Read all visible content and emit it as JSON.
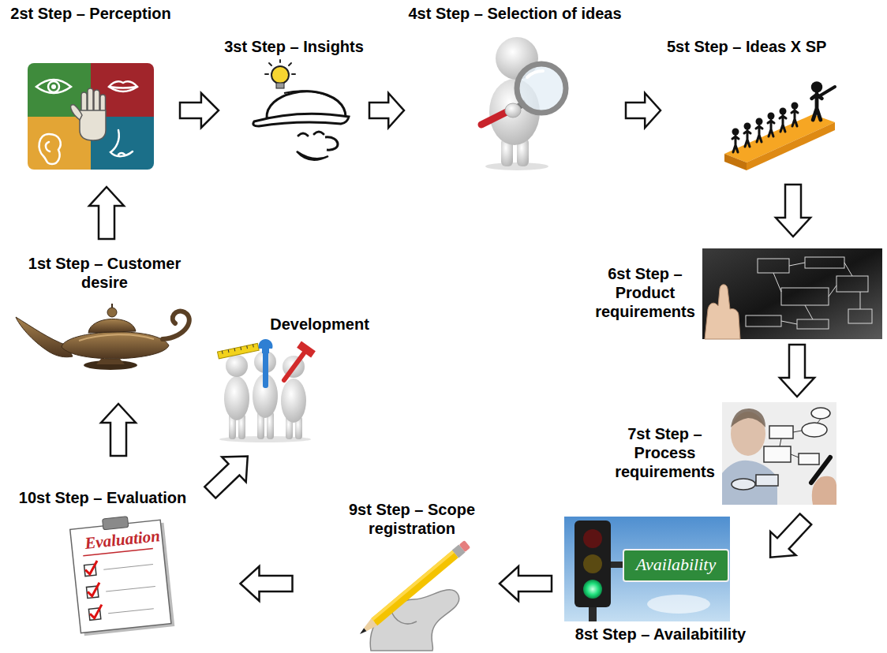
{
  "diagram": {
    "nodes": [
      {
        "text": [
          "1st Step – Customer desire"
        ]
      },
      {
        "text": [
          "2st Step – Perception"
        ]
      },
      {
        "text": [
          "3st Step – Insights"
        ]
      },
      {
        "text": [
          "4st Step – Selection of ideas"
        ]
      },
      {
        "text": [
          "5st Step – Ideas X SP"
        ]
      },
      {
        "text": [
          "6st Step – Product requirements"
        ]
      },
      {
        "text": [
          "7st Step – Process requirements"
        ]
      },
      {
        "text": [
          "8st Step – Availabitility"
        ]
      },
      {
        "text": [
          "9st Step – Scope registration"
        ]
      },
      {
        "text": [
          "10st Step – Evaluation"
        ]
      },
      {
        "text": [
          "Development"
        ]
      }
    ],
    "edges": [
      {
        "from": 0,
        "to": 1,
        "arrow": "to"
      },
      {
        "from": 1,
        "to": 2,
        "arrow": "to"
      },
      {
        "from": 2,
        "to": 3,
        "arrow": "to"
      },
      {
        "from": 3,
        "to": 4,
        "arrow": "to"
      },
      {
        "from": 4,
        "to": 5,
        "arrow": "to"
      },
      {
        "from": 5,
        "to": 6,
        "arrow": "to"
      },
      {
        "from": 6,
        "to": 7,
        "arrow": "to"
      },
      {
        "from": 7,
        "to": 8,
        "arrow": "to"
      },
      {
        "from": 8,
        "to": 9,
        "arrow": "to"
      },
      {
        "from": 9,
        "to": 0,
        "arrow": "to"
      },
      {
        "from": 9,
        "to": 10,
        "arrow": "to"
      }
    ],
    "labels": [
      "Evaluation",
      "Availability"
    ]
  }
}
